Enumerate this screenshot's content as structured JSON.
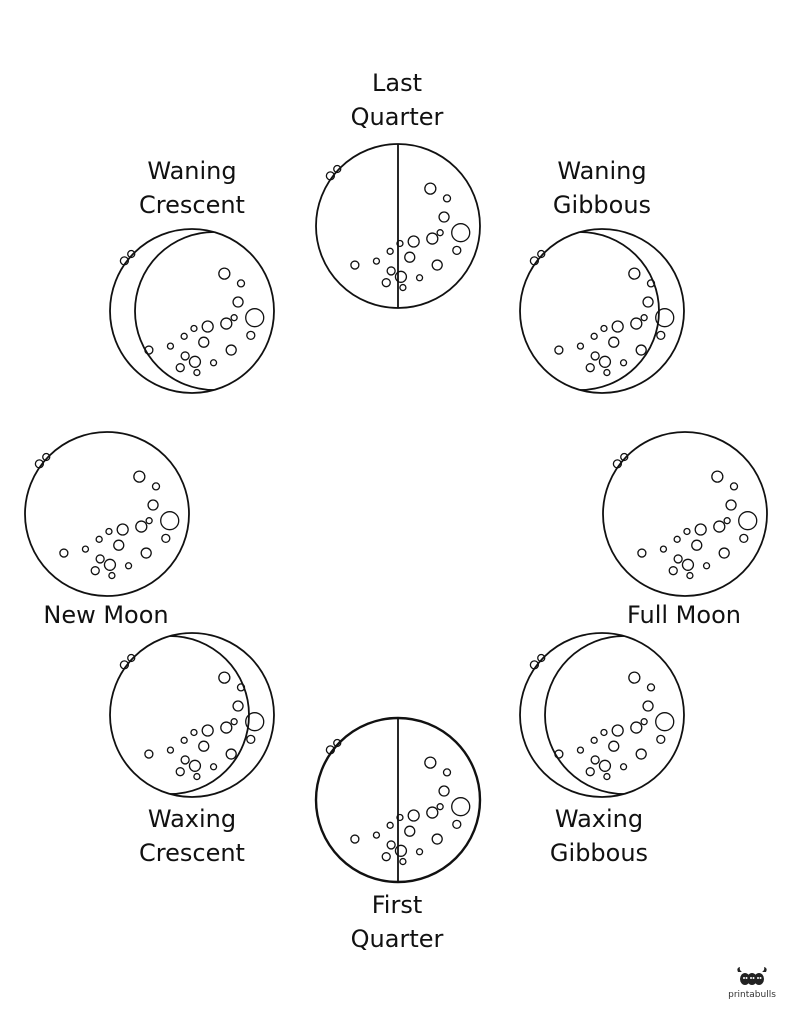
{
  "phases": {
    "last_quarter": {
      "line1": "Last",
      "line2": "Quarter"
    },
    "waning_crescent": {
      "line1": "Waning",
      "line2": "Crescent"
    },
    "waning_gibbous": {
      "line1": "Waning",
      "line2": "Gibbous"
    },
    "new_moon": {
      "line1": "New Moon"
    },
    "full_moon": {
      "line1": "Full Moon"
    },
    "waxing_crescent": {
      "line1": "Waxing",
      "line2": "Crescent"
    },
    "waxing_gibbous": {
      "line1": "Waxing",
      "line2": "Gibbous"
    },
    "first_quarter": {
      "line1": "First",
      "line2": "Quarter"
    }
  },
  "logo": {
    "brand": "printabulls",
    "icon": "bull-logo-icon"
  },
  "colors": {
    "line": "#111111",
    "background": "#ffffff"
  }
}
